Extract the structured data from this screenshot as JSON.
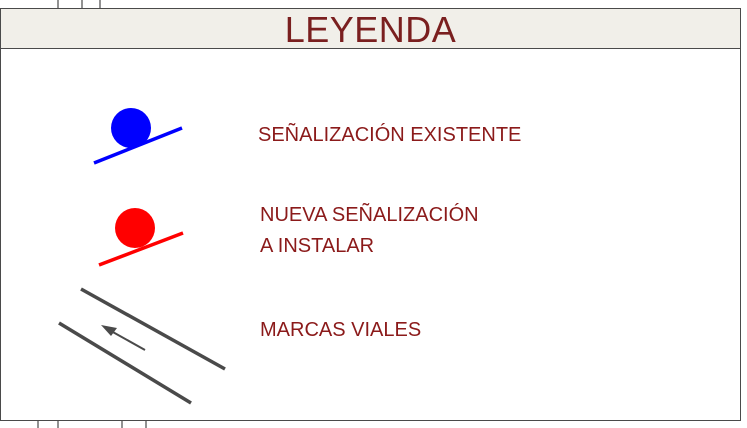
{
  "legend": {
    "title": "LEYENDA",
    "items": [
      {
        "icon": "blue-sign-icon",
        "color": "#0000ff",
        "label": "SEÑALIZACIÓN EXISTENTE"
      },
      {
        "icon": "red-sign-icon",
        "color": "#ff0000",
        "label_line1": "NUEVA SEÑALIZACIÓN",
        "label_line2": "A INSTALAR"
      },
      {
        "icon": "road-markings-icon",
        "color": "#4a4a4a",
        "label": "MARCAS VIALES"
      }
    ],
    "colors": {
      "title_text": "#7a1f1f",
      "label_text": "#8b1a1a",
      "title_background": "#f1efe9",
      "border": "#4a4a4a"
    }
  }
}
